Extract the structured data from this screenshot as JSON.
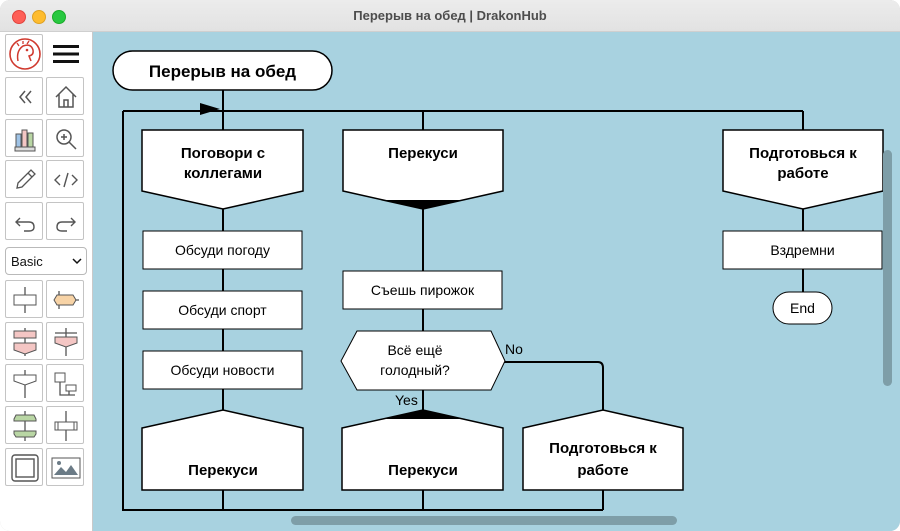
{
  "window": {
    "title": "Перерыв на обед | DrakonHub"
  },
  "toolbar": {
    "preset_value": "Basic",
    "buttons": [
      "logo-icon",
      "menu-icon",
      "collapse-icon",
      "home-icon",
      "brush-icon",
      "zoom-icon",
      "pencil-icon",
      "code-icon",
      "undo-icon",
      "redo-icon",
      "action-shape-icon",
      "branch-shape-icon",
      "insertion-shape-icon",
      "select-shape-icon",
      "case-shape-icon",
      "duration-shape-icon",
      "loop-shape-icon",
      "timer-shape-icon",
      "frame-shape-icon",
      "image-shape-icon"
    ]
  },
  "diagram": {
    "title": "Перерыв на обед",
    "branches": {
      "b1_head": [
        "Поговори с",
        "коллегами"
      ],
      "b1_actions": [
        "Обсуди погоду",
        "Обсуди спорт",
        "Обсуди новости"
      ],
      "b1_tail": "Перекуси",
      "b2_head": "Перекуси",
      "b2_action": "Съешь пирожок",
      "question": [
        "Всё ещё",
        "голодный?"
      ],
      "yes": "Yes",
      "no": "No",
      "b2_tail": "Перекуси",
      "b2_side_tail": [
        "Подготовься к",
        "работе"
      ],
      "b3_head": [
        "Подготовься к",
        "работе"
      ],
      "b3_action": "Вздремни",
      "end": "End"
    }
  },
  "colors": {
    "canvas": "#a8d2e0",
    "shape_fill": "#ffffff",
    "line": "#000000",
    "accent_red": "#d03a2f",
    "pink": "#f4c6c4",
    "green": "#b9d6a4",
    "orange": "#f7d3a6"
  }
}
